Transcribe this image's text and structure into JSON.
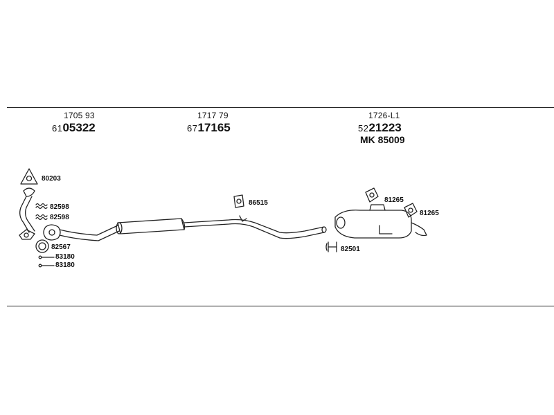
{
  "groups": [
    {
      "top": "1705 93",
      "prefix": "61",
      "number": "05322"
    },
    {
      "top": "1717 79",
      "prefix": "67",
      "number": "17165"
    },
    {
      "top": "1726-L1",
      "prefix": "52",
      "number": "21223",
      "extra": "MK 85009"
    }
  ],
  "labels": {
    "bolt_triangle": "80203",
    "clamp_a": "82598",
    "clamp_b": "82598",
    "gasket": "82567",
    "bolt_a": "83180",
    "bolt_b": "83180",
    "hanger_mid": "86515",
    "hanger_rear_a": "81265",
    "hanger_rear_b": "81265",
    "clamp_rear": "82501"
  }
}
